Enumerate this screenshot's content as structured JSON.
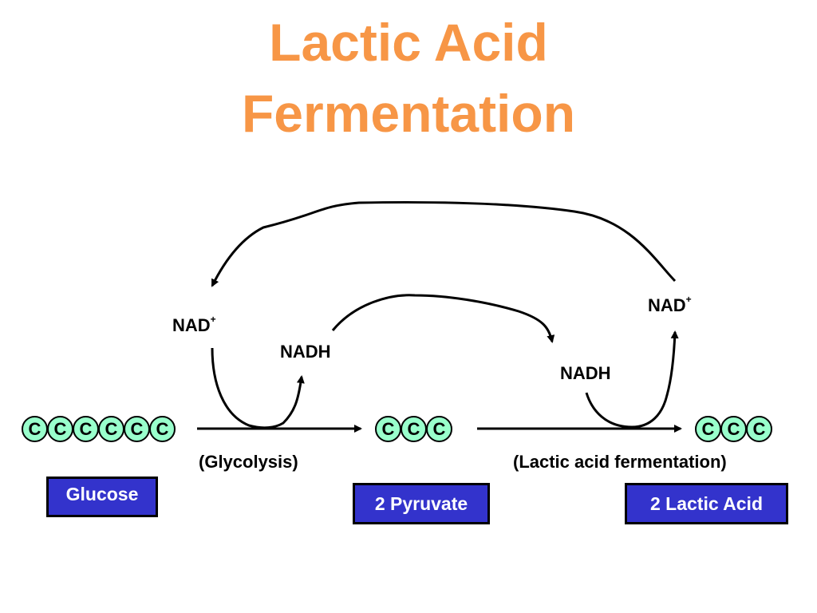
{
  "title": {
    "line1": "Lactic Acid",
    "line2": "Fermentation"
  },
  "labels": {
    "nad_left": "NAD",
    "nad_left_sup": "+",
    "nadh_left": "NADH",
    "nadh_right": "NADH",
    "nad_right": "NAD",
    "nad_right_sup": "+",
    "glycolysis": "(Glycolysis)",
    "fermentation": "(Lactic acid fermentation)"
  },
  "molecules": {
    "glucose": {
      "atom": "C",
      "count": 6,
      "name": "Glucose"
    },
    "pyruvate": {
      "atom": "C",
      "count": 3,
      "name": "2 Pyruvate"
    },
    "lactic": {
      "atom": "C",
      "count": 3,
      "name": "2 Lactic Acid"
    }
  },
  "colors": {
    "title": "#f79646",
    "carbon_fill": "#99ffcc",
    "box_fill": "#3333cc"
  }
}
